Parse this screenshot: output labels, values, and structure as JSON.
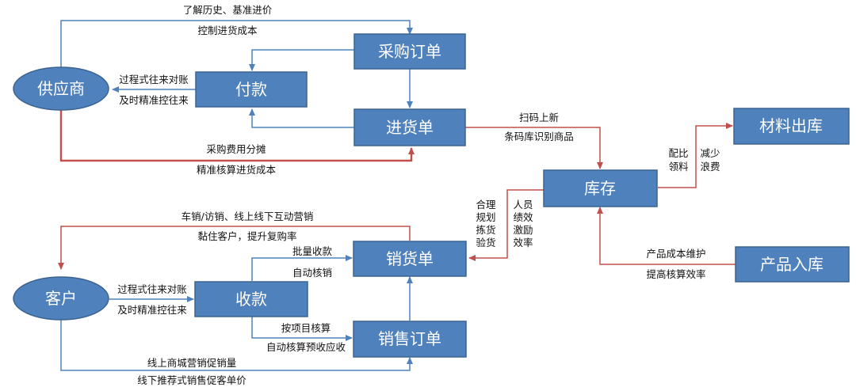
{
  "colors": {
    "node_fill": "#4f81bd",
    "node_border": "#3b6390",
    "edge_blue": "#4f81bd",
    "edge_red": "#c0504d"
  },
  "nodes": {
    "supplier": "供应商",
    "purchase_order": "采购订单",
    "payment": "付款",
    "receipt": "进货单",
    "inventory": "库存",
    "material_out": "材料出库",
    "product_in": "产品入库",
    "customer": "客户",
    "collection": "收款",
    "sales_slip": "销货单",
    "sales_order": "销售订单"
  },
  "edges": {
    "supplier_po_1": "了解历史、基准进价",
    "supplier_po_2": "控制进货成本",
    "payment_1": "过程式往来对账",
    "payment_2": "及时精准控往来",
    "cost_1": "采购费用分摊",
    "cost_2": "精准核算进货成本",
    "scan_1": "扫码上新",
    "scan_2": "条码库识别商品",
    "material_1a": "配比",
    "material_1b": "领料",
    "material_2a": "减少",
    "material_2b": "浪费",
    "pick_1": "合理",
    "pick_2": "规划",
    "pick_3": "拣货",
    "pick_4": "验货",
    "staff_1": "人员",
    "staff_2": "绩效",
    "staff_3": "激励",
    "staff_4": "效率",
    "product_1": "产品成本维护",
    "product_2": "提高核算效率",
    "marketing_1": "车销/访销、线上线下互动营销",
    "marketing_2": "黏住客户，提升复购率",
    "collect_1": "过程式往来对账",
    "collect_2": "及时精准控往来",
    "batch_1": "批量收款",
    "batch_2": "自动核销",
    "project_1": "按项目核算",
    "project_2": "自动核算预收应收",
    "online_1": "线上商城营销促销量",
    "online_2": "线下推荐式销售促客单价"
  }
}
